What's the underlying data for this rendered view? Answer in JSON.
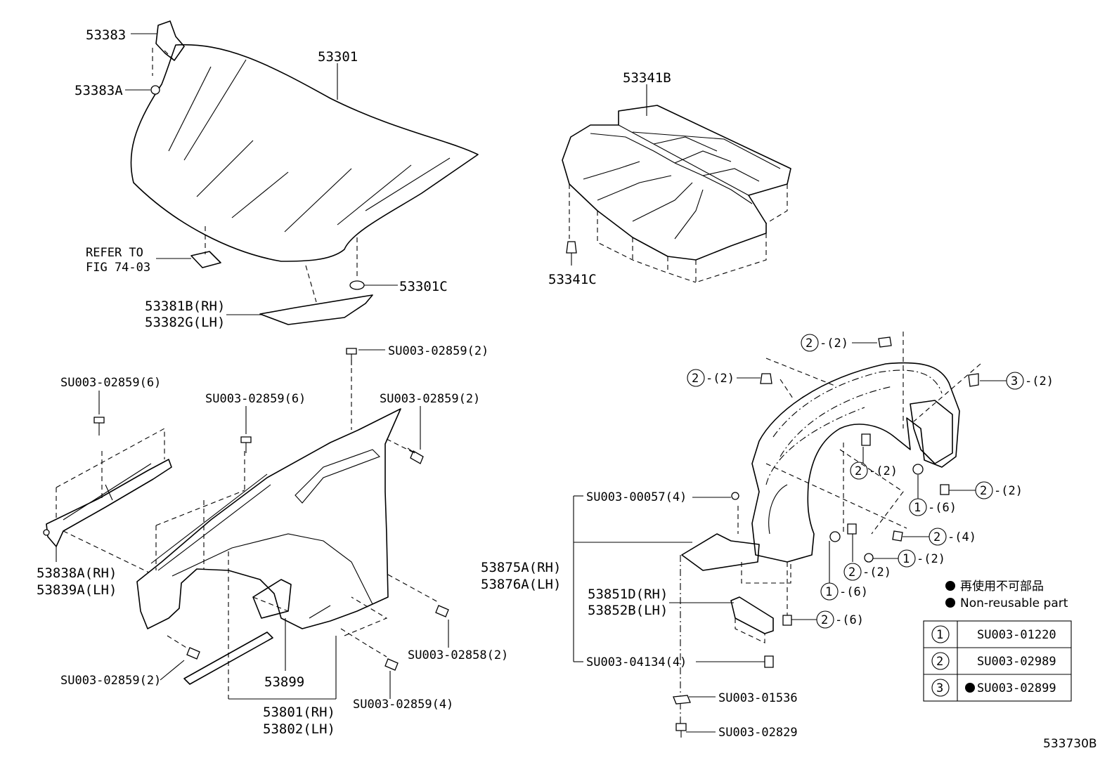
{
  "labels": {
    "p53383": "53383",
    "p53383a": "53383A",
    "p53301": "53301",
    "refer1": "REFER TO",
    "refer2": "FIG 74-03",
    "p53301c": "53301C",
    "p53381b": "53381B(RH)",
    "p53382g": "53382G(LH)",
    "p53341b": "53341B",
    "p53341c": "53341C",
    "bolt_top": "SU003-02859(2)",
    "bolt_l6": "SU003-02859(6)",
    "bolt_m6": "SU003-02859(6)",
    "bolt_r2": "SU003-02859(2)",
    "p53838a": "53838A(RH)",
    "p53839a": "53839A(LH)",
    "bolt_bl2": "SU003-02859(2)",
    "p53899": "53899",
    "p53801": "53801(RH)",
    "p53802": "53802(LH)",
    "bolt_b4": "SU003-02859(4)",
    "bolt_02858": "SU003-02858(2)",
    "nut_00057": "SU003-00057(4)",
    "p53875a": "53875A(RH)",
    "p53876a": "53876A(LH)",
    "p53851d": "53851D(RH)",
    "p53852b": "53852B(LH)",
    "bolt_04134": "SU003-04134(4)",
    "clip_01536": "SU003-01536",
    "bolt_02829": "SU003-02829",
    "c2_top": "-(2)",
    "c2_left": "-(2)",
    "c3_right": "-(2)",
    "c2_mid": "-(2)",
    "c2_r": "-(2)",
    "c1_6a": "-(6)",
    "c2_4": "-(4)",
    "c1_2": "-(2)",
    "c2_low": "-(2)",
    "c1_6b": "-(6)",
    "c2_6": "-(6)",
    "figure_code": "533730B"
  },
  "legend": {
    "jp": "再使用不可部品",
    "en": "Non-reusable part",
    "rows": [
      {
        "key": "1",
        "part": "SU003-01220"
      },
      {
        "key": "2",
        "part": "SU003-02989"
      },
      {
        "key": "3",
        "part": "SU003-02899"
      }
    ]
  },
  "circle_keys": {
    "one": "1",
    "two": "2",
    "three": "3"
  }
}
